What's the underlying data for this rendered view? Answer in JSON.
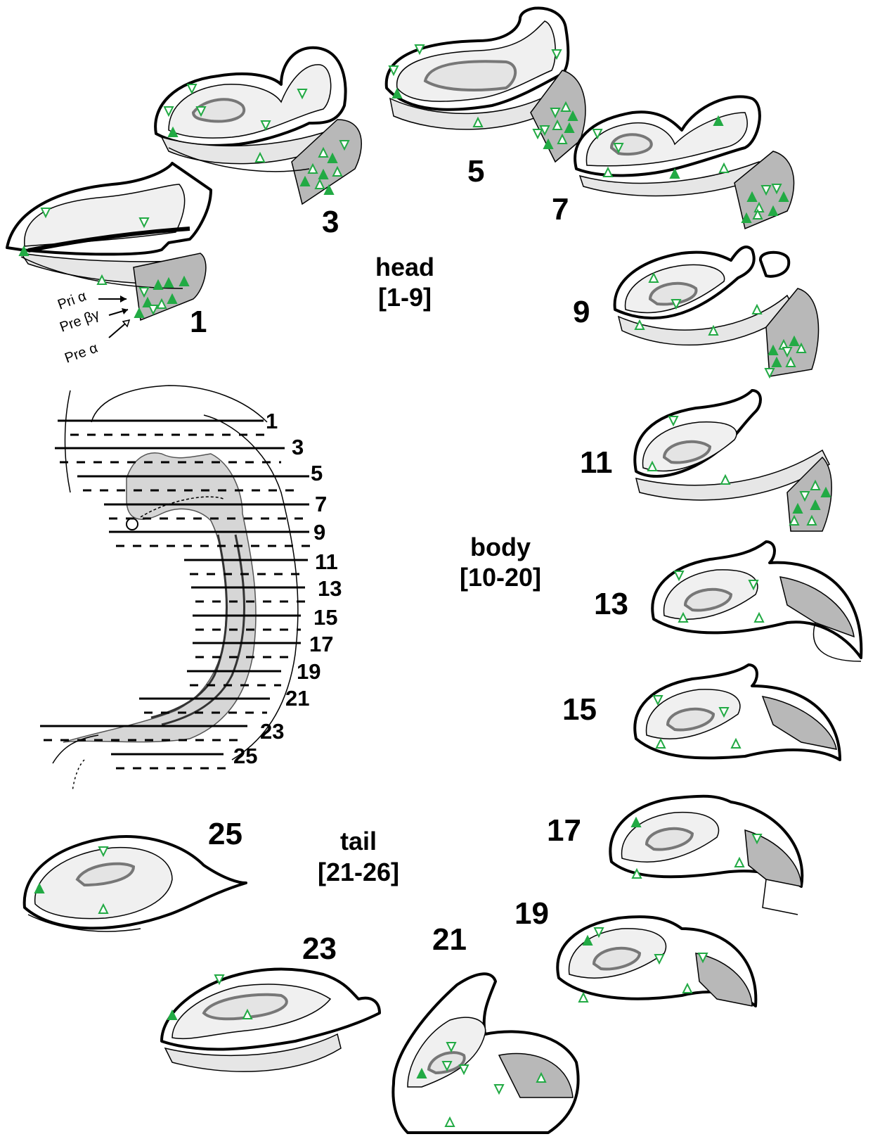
{
  "colors": {
    "triangle": "#22aa44",
    "band_dark": "#b8b8b8",
    "band_light": "#e6e6e6"
  },
  "sections": [
    {
      "id": "1",
      "label": "1"
    },
    {
      "id": "3",
      "label": "3"
    },
    {
      "id": "5",
      "label": "5"
    },
    {
      "id": "7",
      "label": "7"
    },
    {
      "id": "9",
      "label": "9"
    },
    {
      "id": "11",
      "label": "11"
    },
    {
      "id": "13",
      "label": "13"
    },
    {
      "id": "15",
      "label": "15"
    },
    {
      "id": "17",
      "label": "17"
    },
    {
      "id": "19",
      "label": "19"
    },
    {
      "id": "21",
      "label": "21"
    },
    {
      "id": "23",
      "label": "23"
    },
    {
      "id": "25",
      "label": "25"
    }
  ],
  "regions": {
    "head": {
      "name": "head",
      "range": "[1-9]"
    },
    "body": {
      "name": "body",
      "range": "[10-20]"
    },
    "tail": {
      "name": "tail",
      "range": "[21-26]"
    }
  },
  "arrow_labels": [
    "Pri α",
    "Pre βγ",
    "Pre α"
  ],
  "embryo_levels": [
    "1",
    "3",
    "5",
    "7",
    "9",
    "11",
    "13",
    "15",
    "17",
    "19",
    "21",
    "23",
    "25"
  ]
}
